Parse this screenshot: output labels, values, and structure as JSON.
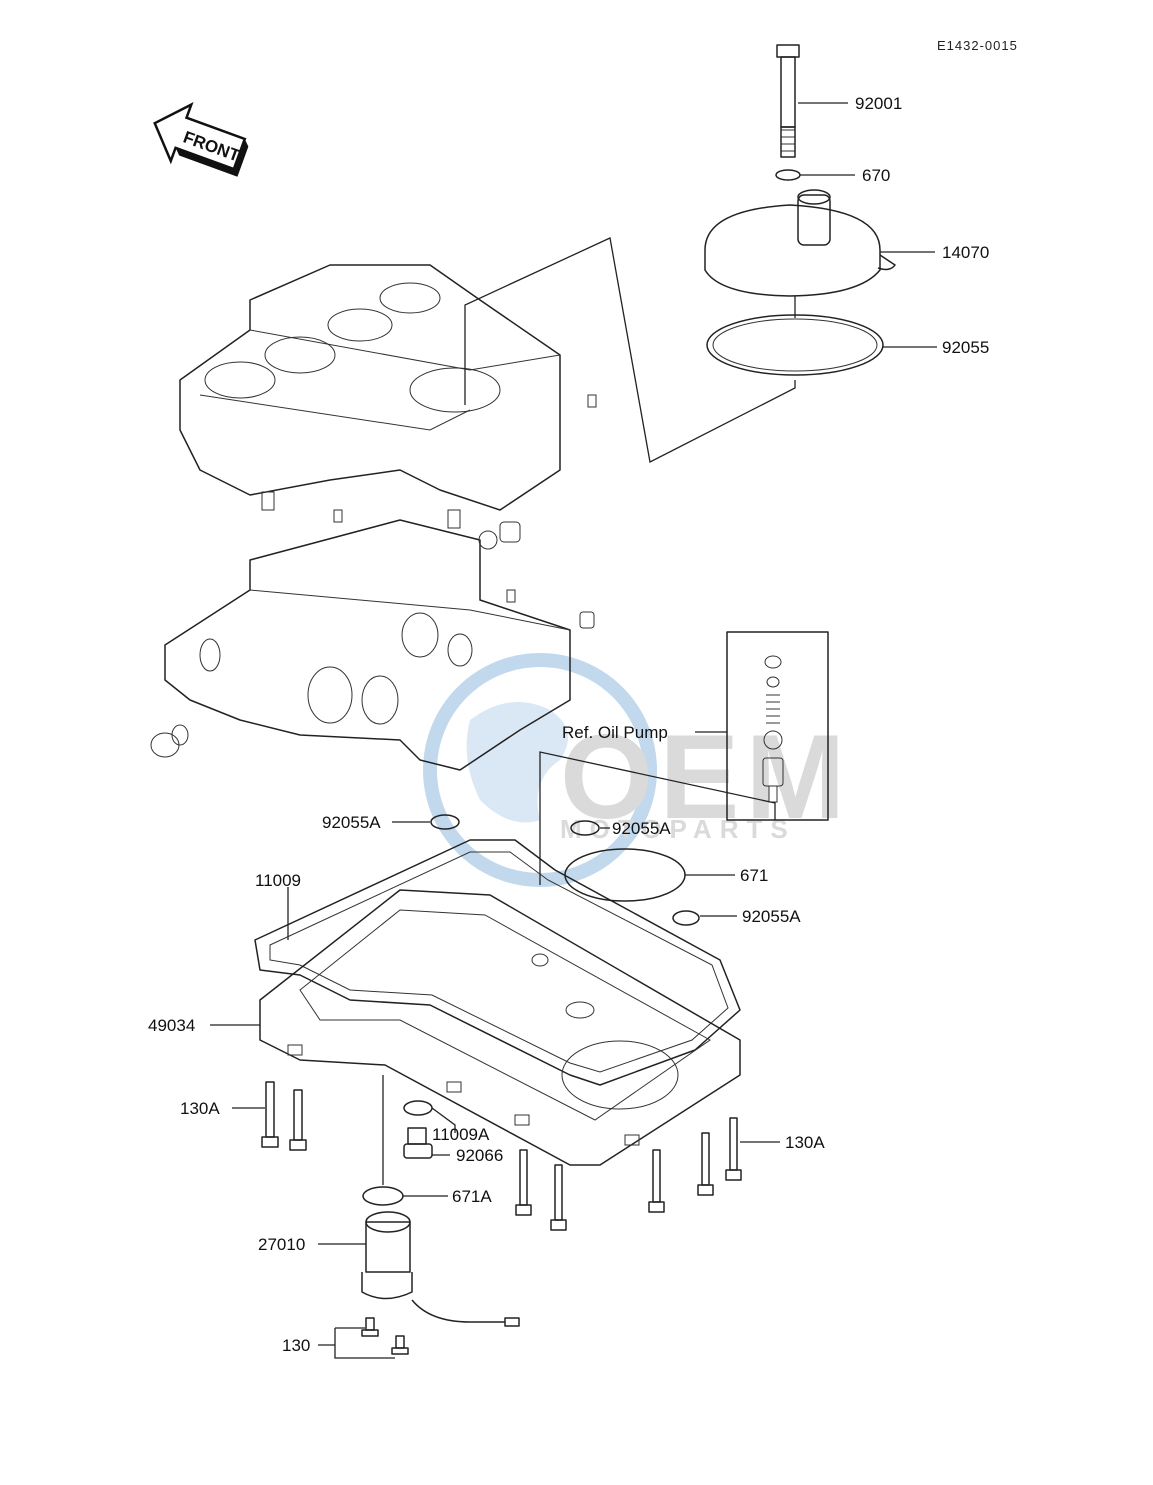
{
  "diagram_code": "E1432-0015",
  "front_label": "FRONT",
  "reference_note": "Ref.  Oil Pump",
  "watermark": {
    "brand": "OEM",
    "tagline": "MOTOPARTS",
    "colors": {
      "globe": "#8fb9e0",
      "text": "#bdbdbd"
    }
  },
  "part_labels": {
    "p92001": "92001",
    "p670": "670",
    "p14070": "14070",
    "p92055": "92055",
    "p92055a_left": "92055A",
    "p92055a_mid": "92055A",
    "p671": "671",
    "p92055a_right": "92055A",
    "p11009": "11009",
    "p49034": "49034",
    "p130a_left": "130A",
    "p11009a": "11009A",
    "p92066": "92066",
    "p130a_right": "130A",
    "p671a": "671A",
    "p27010": "27010",
    "p130": "130"
  }
}
